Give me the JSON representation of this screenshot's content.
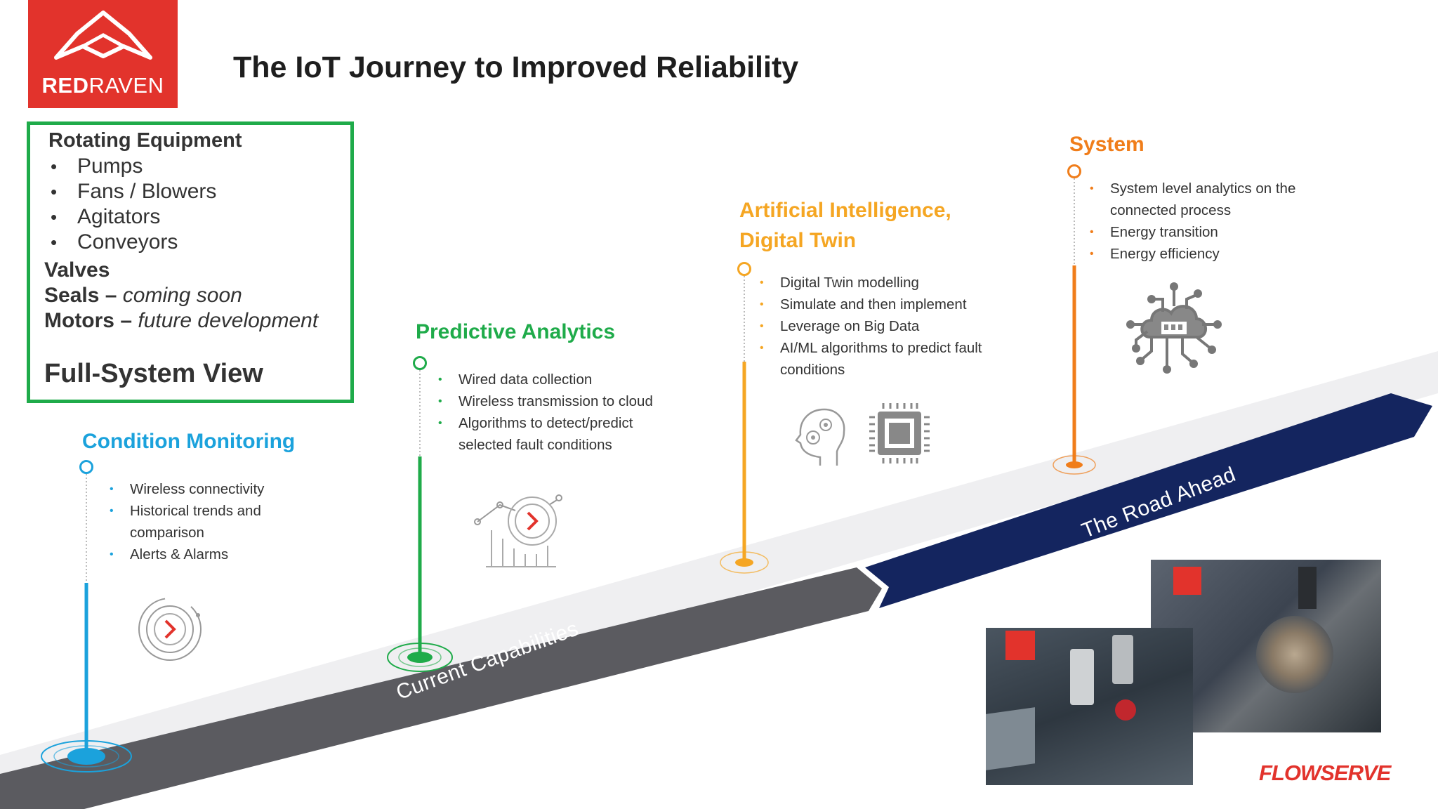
{
  "brand": {
    "logo_bold": "RED",
    "logo_light": "RAVEN",
    "footer_logo": "FLOWSERVE"
  },
  "title": "The IoT Journey to Improved Reliability",
  "equipment": {
    "heading": "Rotating Equipment",
    "items": [
      "Pumps",
      "Fans / Blowers",
      "Agitators",
      "Conveyors"
    ],
    "valves": "Valves",
    "seals_label": "Seals –",
    "seals_note": "coming soon",
    "motors_label": "Motors –",
    "motors_note": "future development",
    "footer": "Full-System View"
  },
  "stages": [
    {
      "title": "Condition Monitoring",
      "color": "#1ba2dc",
      "bullets": [
        "Wireless connectivity",
        "Historical trends and comparison",
        "Alerts & Alarms"
      ]
    },
    {
      "title": "Predictive Analytics",
      "color": "#1fab4a",
      "bullets": [
        "Wired data collection",
        "Wireless transmission to cloud",
        "Algorithms to detect/predict selected fault conditions"
      ]
    },
    {
      "title_line1": "Artificial Intelligence,",
      "title_line2": "Digital Twin",
      "color": "#f5a623",
      "bullets": [
        "Digital Twin modelling",
        "Simulate and then implement",
        "Leverage on Big Data",
        "AI/ML algorithms to predict fault conditions"
      ]
    },
    {
      "title": "System",
      "color": "#f07d1a",
      "bullets": [
        "System level analytics on the connected process",
        "Energy transition",
        "Energy efficiency"
      ]
    }
  ],
  "road": {
    "current": "Current Capabilities",
    "ahead": "The Road Ahead"
  },
  "colors": {
    "red": "#e2332c",
    "green": "#1fab4a",
    "blue": "#1ba2dc",
    "navy": "#13245e",
    "grey_road": "#5a5a5e"
  }
}
